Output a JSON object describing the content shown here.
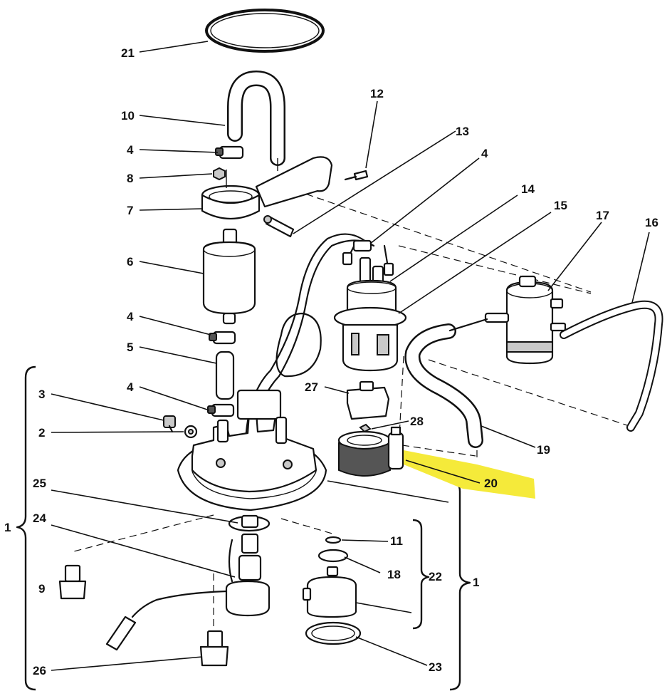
{
  "callouts": {
    "c1a": "1",
    "c1b": "1",
    "c2": "2",
    "c3": "3",
    "c4a": "4",
    "c4b": "4",
    "c4c": "4",
    "c4d": "4",
    "c5": "5",
    "c6": "6",
    "c7": "7",
    "c8": "8",
    "c9": "9",
    "c10": "10",
    "c11": "11",
    "c12": "12",
    "c13": "13",
    "c14": "14",
    "c15": "15",
    "c16": "16",
    "c17": "17",
    "c18": "18",
    "c19": "19",
    "c20": "20",
    "c21": "21",
    "c22": "22",
    "c23": "23",
    "c24": "24",
    "c25": "25",
    "c26": "26",
    "c27": "27",
    "c28": "28"
  },
  "colors": {
    "line": "#111111",
    "background": "#ffffff",
    "highlight": "#f5ea3a"
  },
  "highlighted_callout": "20"
}
